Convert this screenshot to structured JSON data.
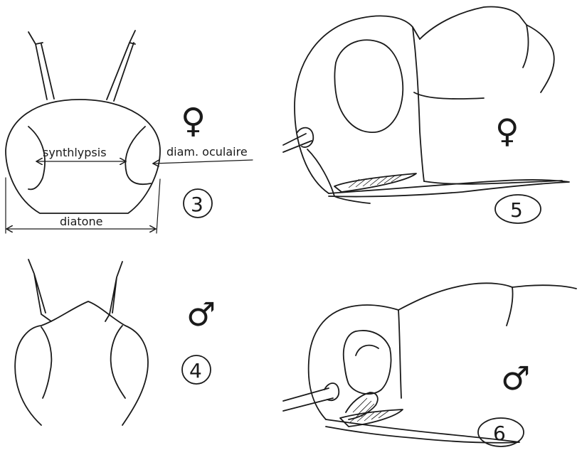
{
  "figures": [
    {
      "number": "3",
      "sex_symbol": "♀",
      "labels": {
        "synthlypsis": "synthlypsis",
        "eye_diameter": "diam. oculaire",
        "diatone": "diatone"
      }
    },
    {
      "number": "4",
      "sex_symbol": "♂"
    },
    {
      "number": "5",
      "sex_symbol": "♀"
    },
    {
      "number": "6",
      "sex_symbol": "♂"
    }
  ],
  "colors": {
    "ink": "#1a1a1a",
    "paper": "#ffffff"
  }
}
